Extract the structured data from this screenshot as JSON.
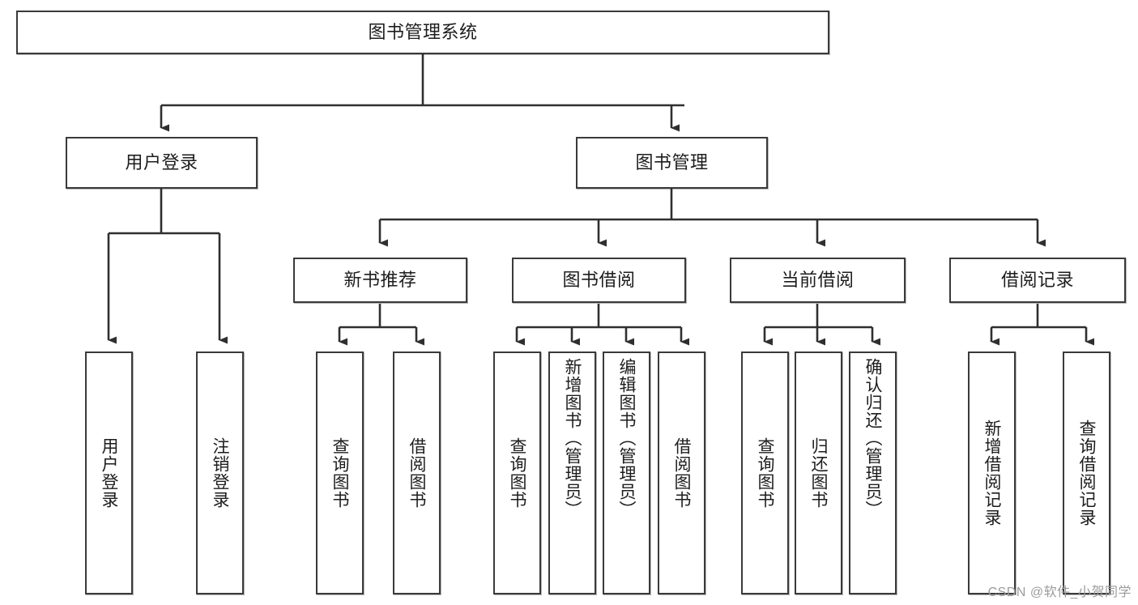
{
  "diagram": {
    "type": "tree",
    "title": "图书管理系统",
    "watermark": "CSDN @软件_小贺同学",
    "colors": {
      "box_border": "#3a3a3a",
      "box_fill": "#ffffff",
      "connector": "#2f2f2f",
      "text": "#1d1d1f",
      "watermark": "#9b9b9b"
    },
    "root": {
      "label": "图书管理系统"
    },
    "level1": [
      {
        "label": "用户登录"
      },
      {
        "label": "图书管理"
      }
    ],
    "level2": [
      {
        "label": "新书推荐",
        "parent": "图书管理"
      },
      {
        "label": "图书借阅",
        "parent": "图书管理"
      },
      {
        "label": "当前借阅",
        "parent": "图书管理"
      },
      {
        "label": "借阅记录",
        "parent": "图书管理"
      }
    ],
    "leaves": {
      "用户登录": [
        {
          "label": "用户登录"
        },
        {
          "label": "注销登录"
        }
      ],
      "新书推荐": [
        {
          "label": "查询图书"
        },
        {
          "label": "借阅图书"
        }
      ],
      "图书借阅": [
        {
          "label": "查询图书"
        },
        {
          "label": "新增图书（管理员）"
        },
        {
          "label": "编辑图书（管理员）"
        },
        {
          "label": "借阅图书"
        }
      ],
      "当前借阅": [
        {
          "label": "查询图书"
        },
        {
          "label": "归还图书"
        },
        {
          "label": "确认归还（管理员）"
        }
      ],
      "借阅记录": [
        {
          "label": "新增借阅记录"
        },
        {
          "label": "查询借阅记录"
        }
      ]
    }
  }
}
